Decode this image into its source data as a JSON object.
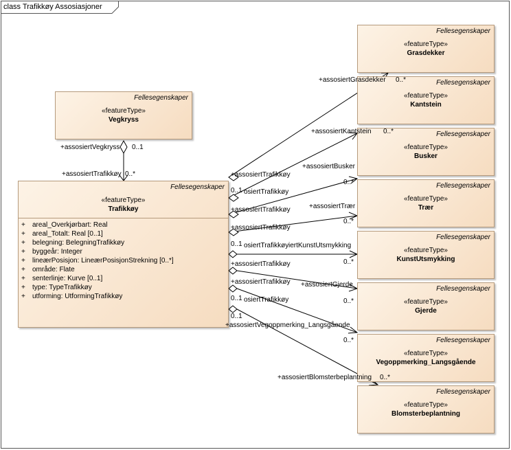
{
  "frame": {
    "title": "class Trafikkøy Assosiasjoner"
  },
  "classes": {
    "vegkryss": {
      "tagged": "Fellesegenskaper",
      "stereotype": "«featureType»",
      "name": "Vegkryss"
    },
    "trafikkoy": {
      "tagged": "Fellesegenskaper",
      "stereotype": "«featureType»",
      "name": "Trafikkøy",
      "attributes": [
        {
          "vis": "+",
          "text": "areal_Overkjørbart: Real"
        },
        {
          "vis": "+",
          "text": "areal_Totalt: Real [0..1]"
        },
        {
          "vis": "+",
          "text": "belegning: BelegningTrafikkøy"
        },
        {
          "vis": "+",
          "text": "byggeår: Integer"
        },
        {
          "vis": "+",
          "text": "lineærPosisjon: LineærPosisjonStrekning [0..*]"
        },
        {
          "vis": "+",
          "text": "område: Flate"
        },
        {
          "vis": "+",
          "text": "senterlinje: Kurve [0..1]"
        },
        {
          "vis": "+",
          "text": "type: TypeTrafikkøy"
        },
        {
          "vis": "+",
          "text": "utforming: UtformingTrafikkøy"
        }
      ]
    },
    "right": [
      {
        "tagged": "Fellesegenskaper",
        "stereotype": "«featureType»",
        "name": "Grasdekker"
      },
      {
        "tagged": "Fellesegenskaper",
        "stereotype": "«featureType»",
        "name": "Kantstein"
      },
      {
        "tagged": "Fellesegenskaper",
        "stereotype": "«featureType»",
        "name": "Busker"
      },
      {
        "tagged": "Fellesegenskaper",
        "stereotype": "«featureType»",
        "name": "Trær"
      },
      {
        "tagged": "Fellesegenskaper",
        "stereotype": "«featureType»",
        "name": "KunstUtsmykking"
      },
      {
        "tagged": "Fellesegenskaper",
        "stereotype": "«featureType»",
        "name": "Gjerde"
      },
      {
        "tagged": "Fellesegenskaper",
        "stereotype": "«featureType»",
        "name": "Vegoppmerking_Langsgående"
      },
      {
        "tagged": "Fellesegenskaper",
        "stereotype": "«featureType»",
        "name": "Blomsterbeplantning"
      }
    ]
  },
  "associations": {
    "vegkryss": {
      "source_role": "+assosiertVegkryss",
      "source_mult": "0..1",
      "target_role": "+assosiertTrafikkøy",
      "target_mult": "0..*"
    },
    "roles_left": [
      "+assosiertTrafikkøy",
      "0..1",
      "osiertTrafikkøy",
      "+assosiertTrafikkøy",
      "+assosiertTrafikkøy",
      "0..1",
      "osiertTrafikkøy",
      "+assosiertTrafikkøy",
      "+assosiertTrafikkøy",
      "0..1",
      "osiertTrafikkøy",
      "0..1"
    ],
    "roles_right": [
      {
        "role": "+assosiertGrasdekker",
        "mult": "0..*"
      },
      {
        "role": "+assosiertKantstein",
        "mult": "0..*"
      },
      {
        "role": "+assosiertBusker",
        "mult": "0..*"
      },
      {
        "role": "+assosiertTrær",
        "mult": "0..*"
      },
      {
        "role": "iertKunstUtsmykking",
        "mult": "0..*"
      },
      {
        "role": "+assosiertGjerde",
        "mult": "0..*"
      },
      {
        "role": "+assosiertVegoppmerking_Langsgående",
        "mult": "0..*"
      },
      {
        "role": "+assosiertBlomsterbeplantning",
        "mult": "0..*"
      }
    ]
  }
}
